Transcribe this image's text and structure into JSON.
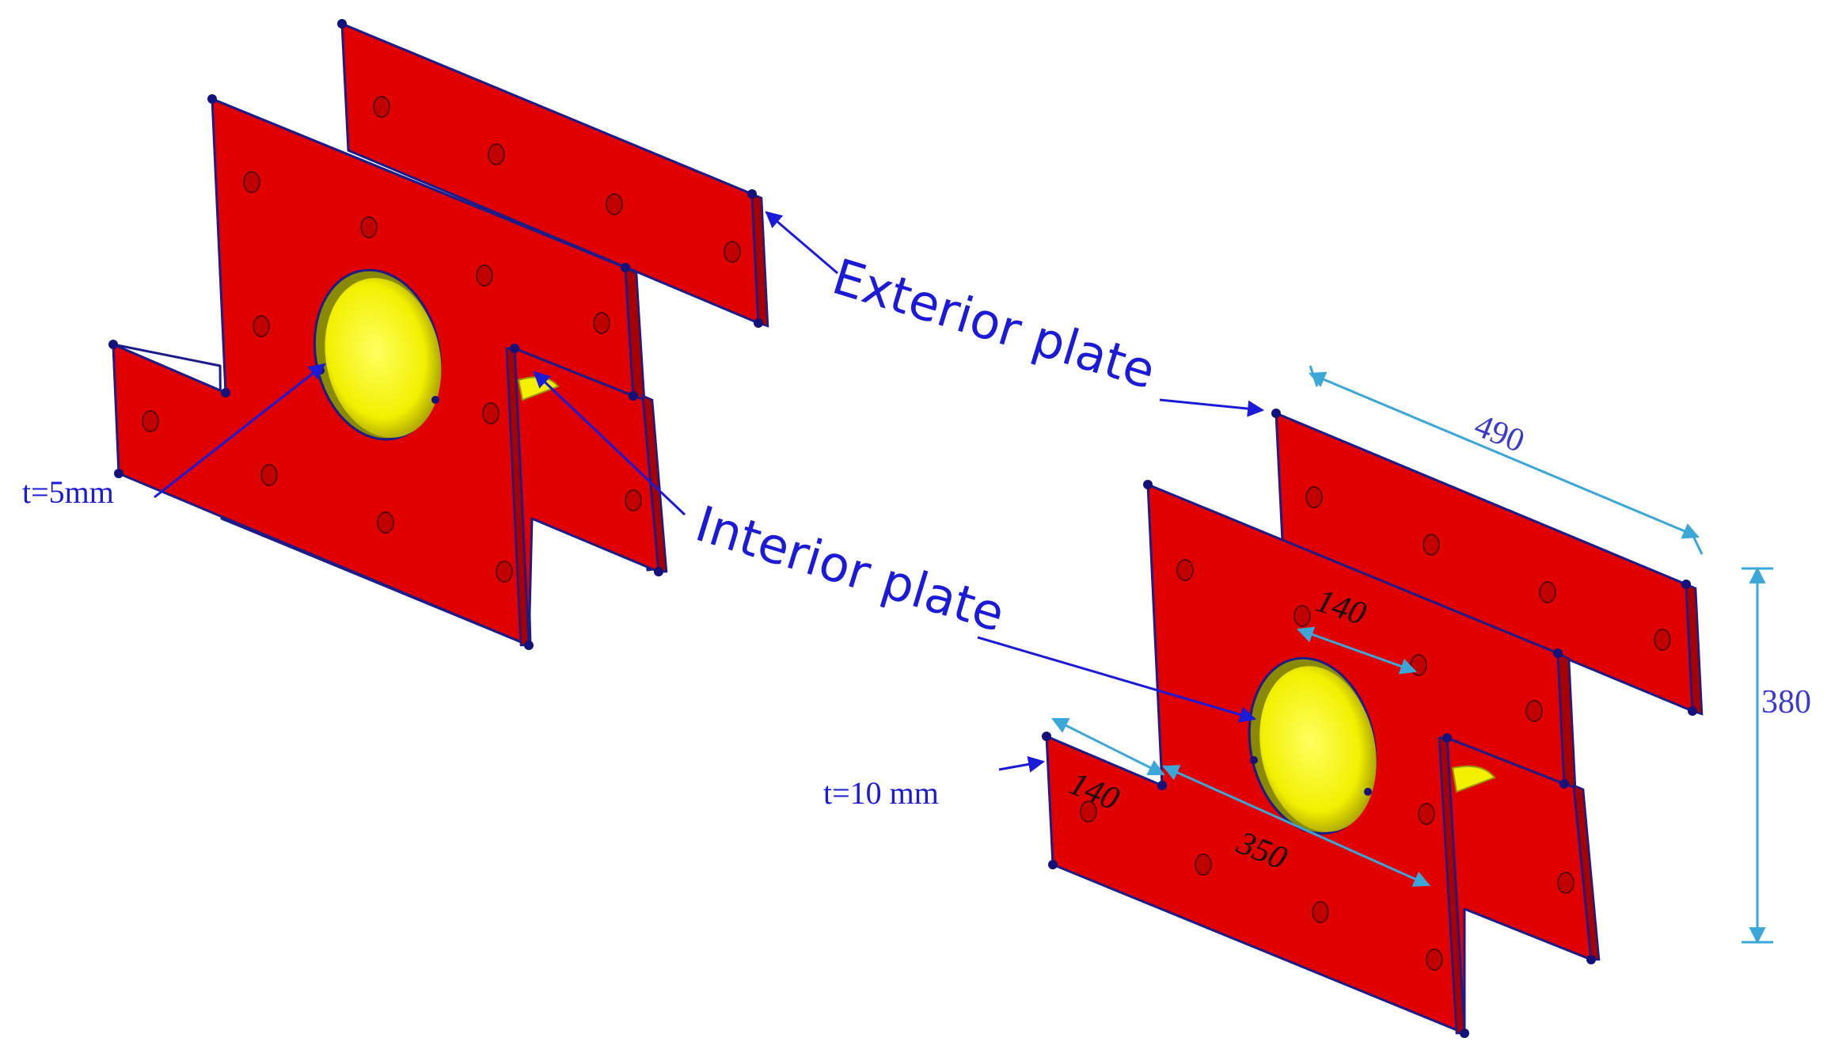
{
  "labels": {
    "exterior_plate": "Exterior plate",
    "interior_plate": "Interior plate",
    "thickness_left": "t=5mm",
    "thickness_right": "t=10 mm"
  },
  "dimensions": {
    "length": "490",
    "height": "380",
    "bolt_spacing_top": "140",
    "bolt_spacing_left": "140",
    "bolt_spacing_long": "350"
  },
  "colors": {
    "plate": "#e10000",
    "plate_dark": "#a80000",
    "hole": "#f2f000",
    "outline": "#1b1b8a",
    "label": "#1a1ad8",
    "dimension": "#3aa7d8",
    "dim_text_blue": "#3a3ad0"
  }
}
